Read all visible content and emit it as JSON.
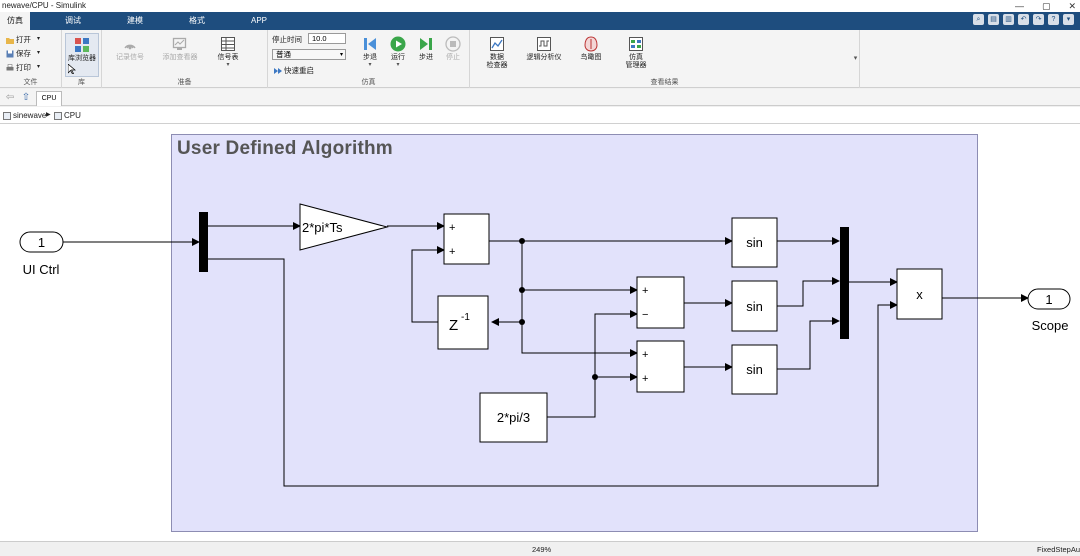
{
  "window": {
    "title": "newave/CPU - Simulink",
    "controls": [
      "—",
      "▢",
      "✕"
    ]
  },
  "menu_tabs": [
    "仿真",
    "调试",
    "建模",
    "格式",
    "APP"
  ],
  "menu_right_icons": [
    "search-icon",
    "toolbar-icon-1",
    "toolbar-icon-2",
    "toolbar-icon-3",
    "toolbar-icon-4",
    "help-icon",
    "expand-icon"
  ],
  "ribbon": {
    "file": {
      "open": "打开",
      "save": "保存",
      "print": "打印",
      "label": "文件"
    },
    "library": {
      "browser": "库浏览器",
      "label": "库"
    },
    "prepare": {
      "log_signals": "记录信号",
      "add_viewer": "添加查看器",
      "signal_table": "信号表",
      "label": "准备"
    },
    "simulation": {
      "stop_time_label": "停止时间",
      "stop_time_value": "10.0",
      "mode_value": "普通",
      "fast_restart": "快速重启",
      "step_back": "步退",
      "run": "运行",
      "step_forward": "步进",
      "stop": "停止",
      "label": "仿真"
    },
    "review": {
      "data_inspector_line1": "数据",
      "data_inspector_line2": "检查器",
      "logic_analyzer": "逻辑分析仪",
      "birds_eye": "鸟瞰图",
      "sim_manager_line1": "仿真",
      "sim_manager_line2": "管理器",
      "label": "查看结果"
    }
  },
  "model_tab": "CPU",
  "breadcrumb": {
    "root": "sinewave",
    "current": "CPU"
  },
  "diagram": {
    "subsystem_title": "User Defined Algorithm",
    "inport_number": "1",
    "inport_label": "UI Ctrl",
    "outport_number": "1",
    "outport_label": "Scope",
    "gain_label": "2*pi*Ts",
    "sum_top_signs": [
      "+",
      "+"
    ],
    "delay_label": "Z",
    "delay_exponent": "-1",
    "sum_mid_signs": [
      "+",
      "−"
    ],
    "sum_bottom_signs": [
      "+",
      "+"
    ],
    "constant_label": "2*pi/3",
    "sin_label": "sin",
    "product_label": "x"
  },
  "status": {
    "zoom": "249%",
    "solver": "FixedStepAu"
  }
}
